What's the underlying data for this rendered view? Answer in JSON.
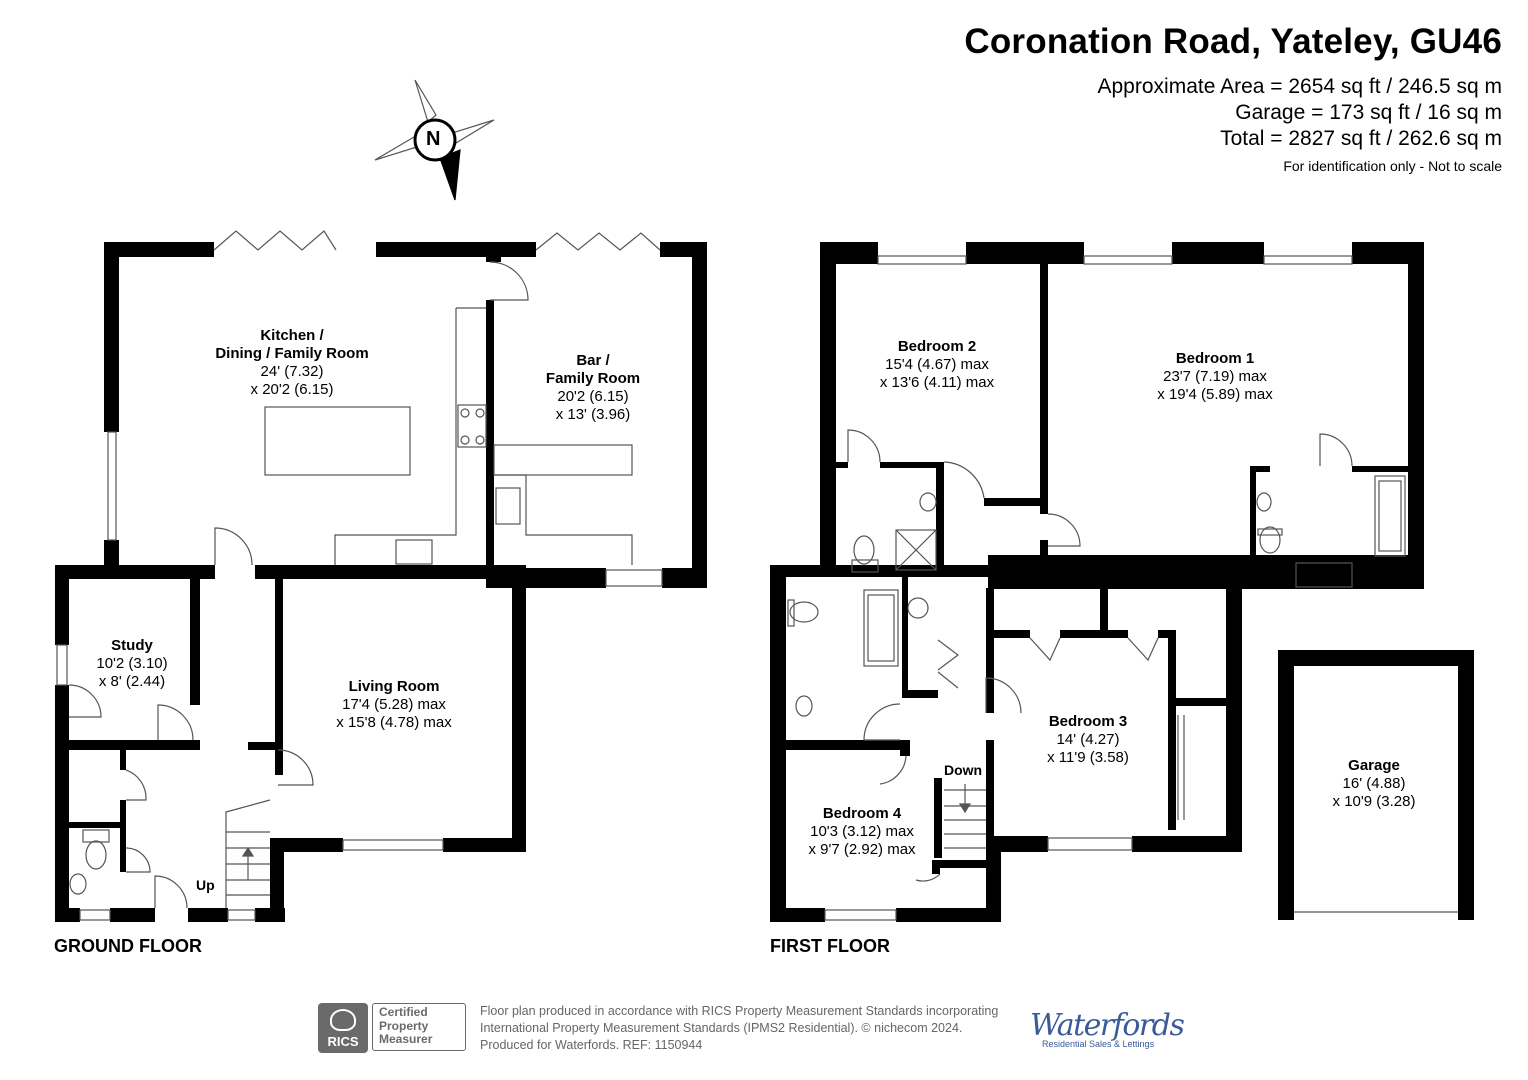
{
  "header": {
    "title": "Coronation Road, Yateley, GU46",
    "area_lines": [
      "Approximate Area = 2654 sq ft / 246.5 sq m",
      "Garage = 173 sq ft / 16 sq m",
      "Total = 2827 sq ft / 262.6 sq m"
    ],
    "disclaimer": "For identification only - Not to scale"
  },
  "compass": {
    "label": "N"
  },
  "floors": {
    "ground": {
      "label": "GROUND FLOOR",
      "rooms": [
        {
          "name": "Kitchen /\nDining / Family Room",
          "dims": "24' (7.32)\nx 20'2 (6.15)"
        },
        {
          "name": "Bar /\nFamily Room",
          "dims": "20'2 (6.15)\nx 13' (3.96)"
        },
        {
          "name": "Study",
          "dims": "10'2 (3.10)\nx 8' (2.44)"
        },
        {
          "name": "Living Room",
          "dims": "17'4 (5.28) max\nx 15'8 (4.78) max"
        }
      ],
      "stairs_label": "Up"
    },
    "first": {
      "label": "FIRST FLOOR",
      "rooms": [
        {
          "name": "Bedroom 2",
          "dims": "15'4 (4.67) max\nx 13'6 (4.11) max"
        },
        {
          "name": "Bedroom 1",
          "dims": "23'7 (7.19) max\nx 19'4 (5.89) max"
        },
        {
          "name": "Bedroom 3",
          "dims": "14' (4.27)\nx 11'9 (3.58)"
        },
        {
          "name": "Bedroom 4",
          "dims": "10'3 (3.12) max\nx 9'7 (2.92) max"
        }
      ],
      "stairs_label": "Down"
    },
    "garage": {
      "name": "Garage",
      "dims": "16' (4.88)\nx 10'9 (3.28)"
    }
  },
  "footer": {
    "text_lines": [
      "Floor plan produced in accordance with RICS Property Measurement Standards incorporating",
      "International Property Measurement Standards (IPMS2 Residential).   © nichecom 2024.",
      "Produced for Waterfords.   REF: 1150944"
    ],
    "rics_logo_text": "RICS",
    "certified_lines": [
      "Certified",
      "Property",
      "Measurer"
    ],
    "brand_name": "Waterfords",
    "brand_tagline": "Residential Sales & Lettings"
  },
  "colors": {
    "wall": "#000000",
    "fixture": "#555555",
    "footer_grey": "#6a6a6a",
    "brand": "#3a5a9a"
  }
}
